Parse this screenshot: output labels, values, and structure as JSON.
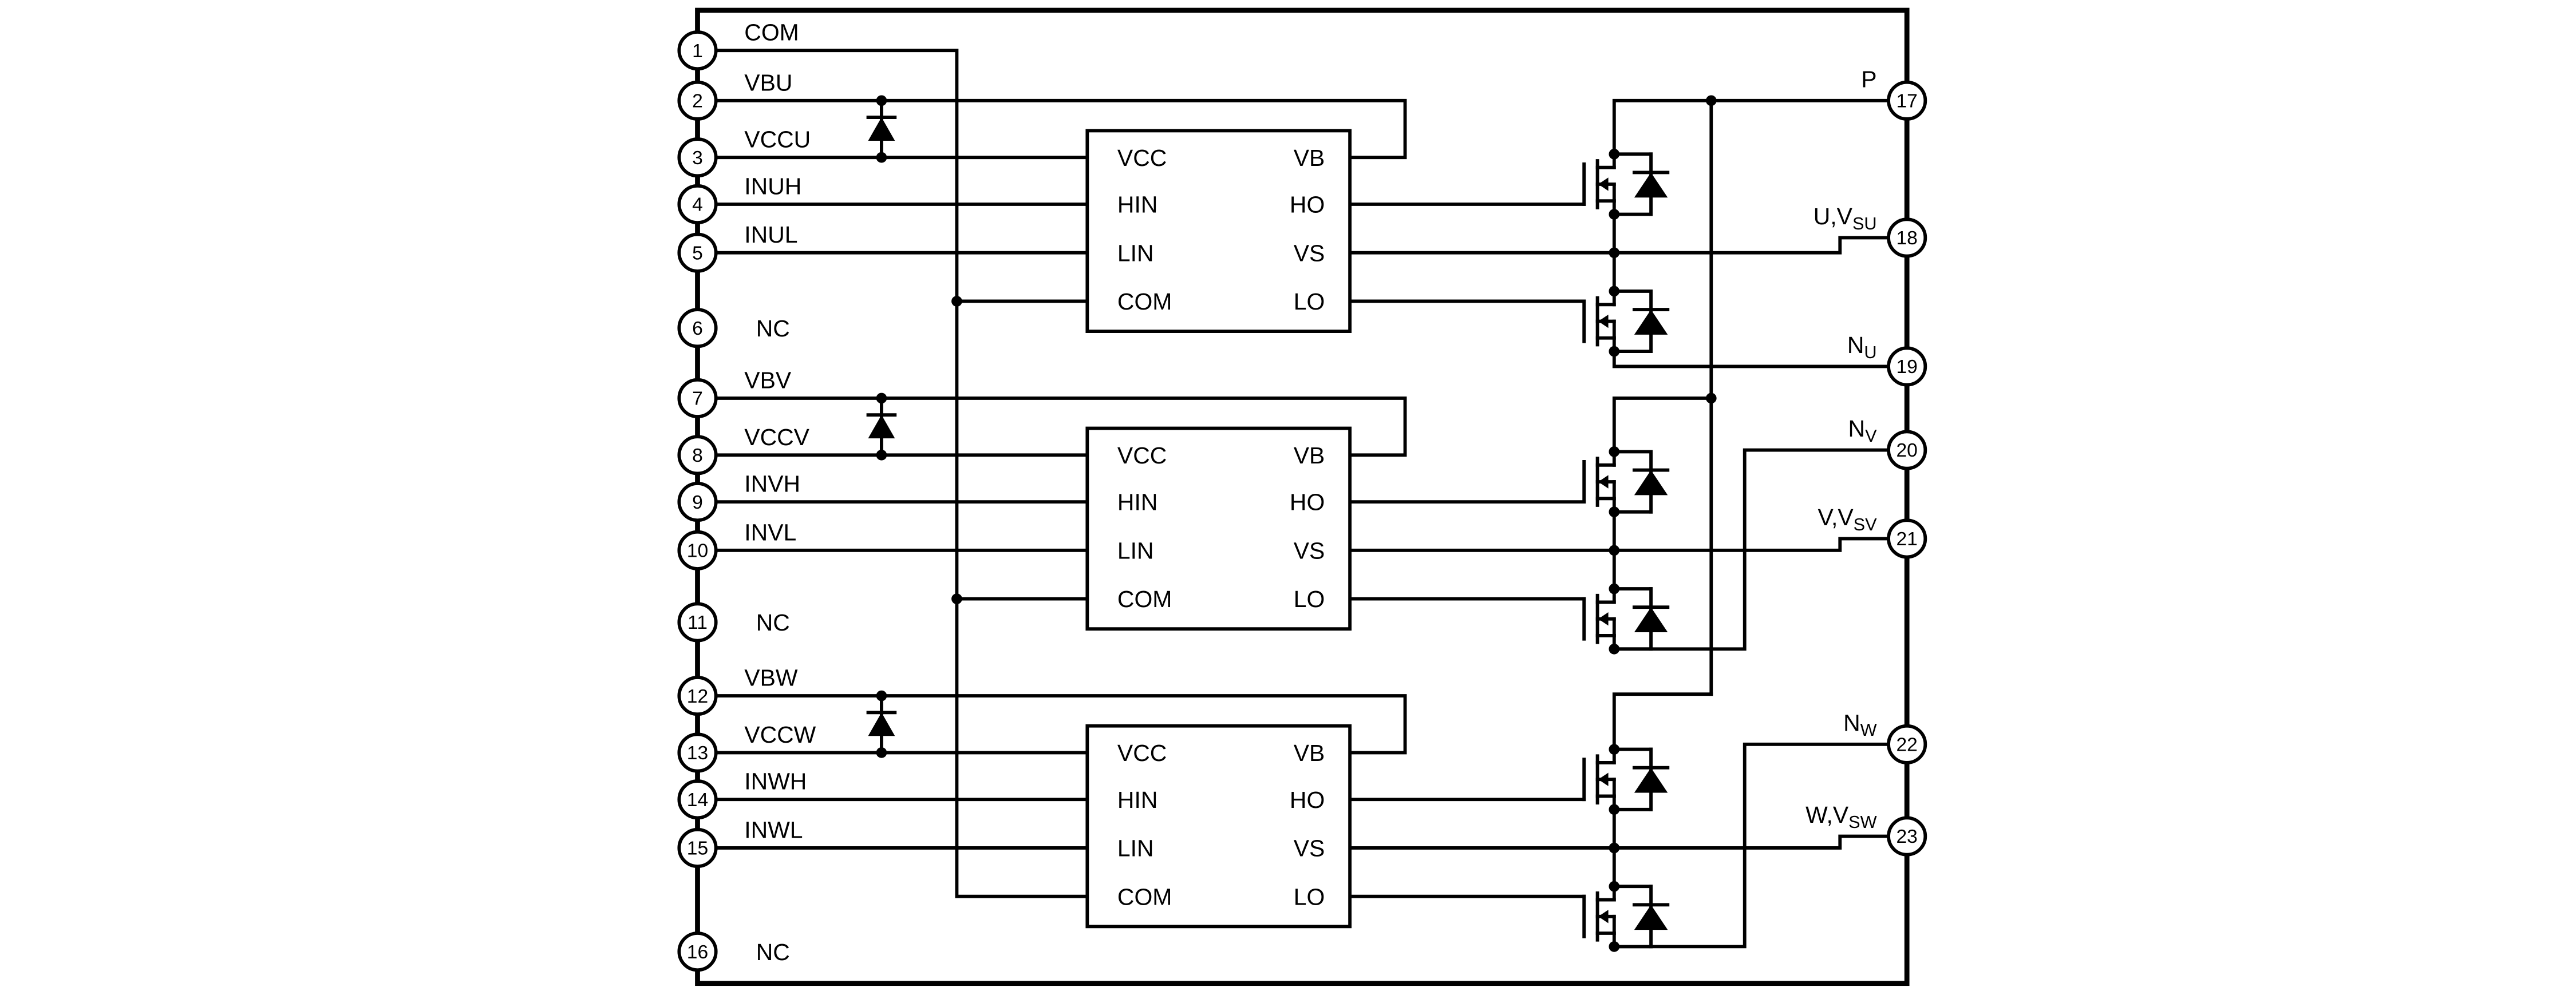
{
  "colors": {
    "ink": "#000000",
    "background": "#ffffff"
  },
  "diagram": {
    "left_pins": [
      {
        "num": "1",
        "label": "COM"
      },
      {
        "num": "2",
        "label": "VBU"
      },
      {
        "num": "3",
        "label": "VCCU"
      },
      {
        "num": "4",
        "label": "INUH"
      },
      {
        "num": "5",
        "label": "INUL"
      },
      {
        "num": "6",
        "label": "NC"
      },
      {
        "num": "7",
        "label": "VBV"
      },
      {
        "num": "8",
        "label": "VCCV"
      },
      {
        "num": "9",
        "label": "INVH"
      },
      {
        "num": "10",
        "label": "INVL"
      },
      {
        "num": "11",
        "label": "NC"
      },
      {
        "num": "12",
        "label": "VBW"
      },
      {
        "num": "13",
        "label": "VCCW"
      },
      {
        "num": "14",
        "label": "INWH"
      },
      {
        "num": "15",
        "label": "INWL"
      },
      {
        "num": "16",
        "label": "NC"
      }
    ],
    "right_pins": [
      {
        "num": "17",
        "main": "P",
        "sub": ""
      },
      {
        "num": "18",
        "main": "U,V",
        "sub": "SU"
      },
      {
        "num": "19",
        "main": "N",
        "sub": "U"
      },
      {
        "num": "20",
        "main": "N",
        "sub": "V"
      },
      {
        "num": "21",
        "main": "V,V",
        "sub": "SV"
      },
      {
        "num": "22",
        "main": "N",
        "sub": "W"
      },
      {
        "num": "23",
        "main": "W,V",
        "sub": "SW"
      }
    ],
    "driver_blocks": [
      {
        "inputs": [
          "VCC",
          "HIN",
          "LIN",
          "COM"
        ],
        "outputs": [
          "VB",
          "HO",
          "VS",
          "LO"
        ]
      },
      {
        "inputs": [
          "VCC",
          "HIN",
          "LIN",
          "COM"
        ],
        "outputs": [
          "VB",
          "HO",
          "VS",
          "LO"
        ]
      },
      {
        "inputs": [
          "VCC",
          "HIN",
          "LIN",
          "COM"
        ],
        "outputs": [
          "VB",
          "HO",
          "VS",
          "LO"
        ]
      }
    ]
  }
}
